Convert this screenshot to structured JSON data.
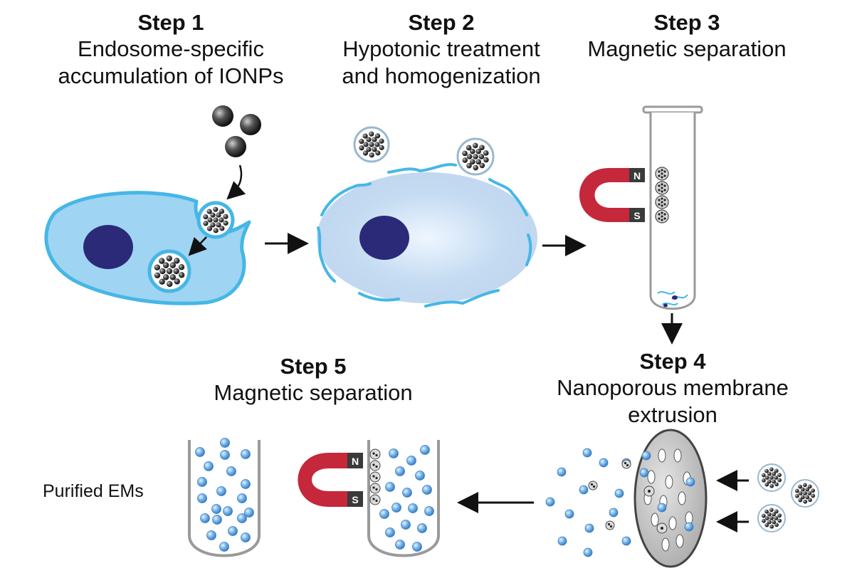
{
  "steps": [
    {
      "title": "Step 1",
      "description": [
        "Endosome-specific",
        "accumulation of IONPs"
      ]
    },
    {
      "title": "Step 2",
      "description": [
        "Hypotonic treatment",
        "and homogenization"
      ]
    },
    {
      "title": "Step 3",
      "description": [
        "Magnetic separation"
      ]
    },
    {
      "title": "Step 4",
      "description": [
        "Nanoporous membrane",
        "extrusion"
      ]
    },
    {
      "title": "Step 5",
      "description": [
        "Magnetic separation"
      ]
    }
  ],
  "side_label": "Purified EMs",
  "magnet_poles": {
    "north": "N",
    "south": "S"
  },
  "colors": {
    "cell_fill": "#9fd4f2",
    "cell_outline": "#45b7e6",
    "nucleus": "#2a2a78",
    "magnet_red": "#c5283a",
    "magnet_pole": "#3a3a3a",
    "vesicle_blue": "#6aaee6",
    "membrane_gray": "#c7c7c7"
  }
}
